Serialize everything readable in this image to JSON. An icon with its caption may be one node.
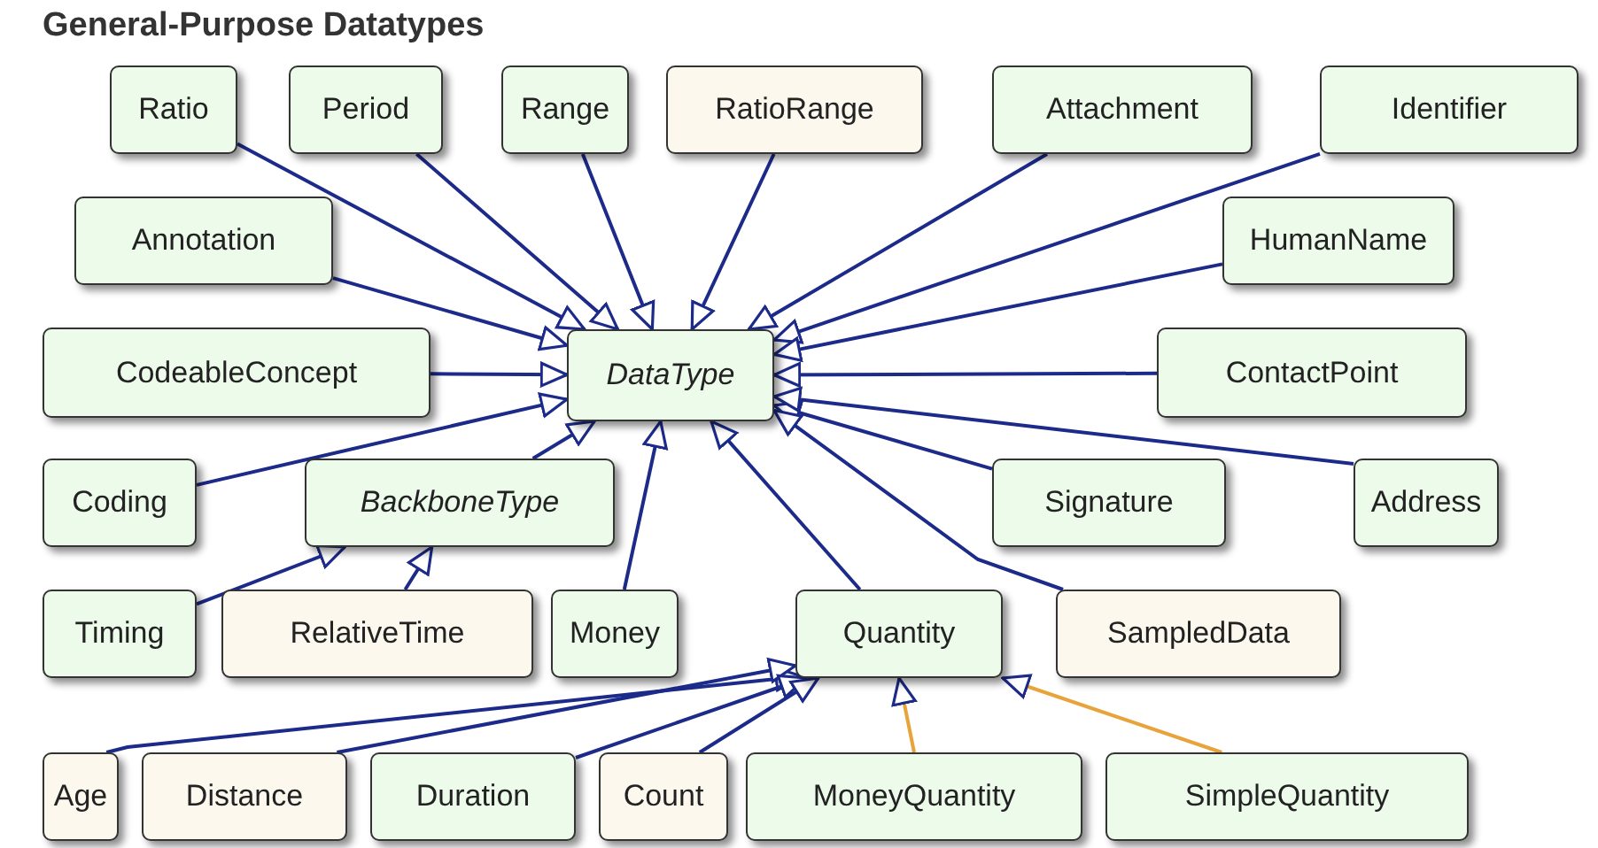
{
  "diagram": {
    "title": "General-Purpose Datatypes",
    "nodes": [
      {
        "text": [
          "DataType"
        ]
      },
      {
        "text": [
          "Ratio"
        ]
      },
      {
        "text": [
          "Period"
        ]
      },
      {
        "text": [
          "Range"
        ]
      },
      {
        "text": [
          "RatioRange"
        ]
      },
      {
        "text": [
          "Attachment"
        ]
      },
      {
        "text": [
          "Identifier"
        ]
      },
      {
        "text": [
          "Annotation"
        ]
      },
      {
        "text": [
          "HumanName"
        ]
      },
      {
        "text": [
          "CodeableConcept"
        ]
      },
      {
        "text": [
          "ContactPoint"
        ]
      },
      {
        "text": [
          "Coding"
        ]
      },
      {
        "text": [
          "BackboneType"
        ]
      },
      {
        "text": [
          "Signature"
        ]
      },
      {
        "text": [
          "Address"
        ]
      },
      {
        "text": [
          "Timing"
        ]
      },
      {
        "text": [
          "RelativeTime"
        ]
      },
      {
        "text": [
          "Money"
        ]
      },
      {
        "text": [
          "Quantity"
        ]
      },
      {
        "text": [
          "SampledData"
        ]
      },
      {
        "text": [
          "Age"
        ]
      },
      {
        "text": [
          "Distance"
        ]
      },
      {
        "text": [
          "Duration"
        ]
      },
      {
        "text": [
          "Count"
        ]
      },
      {
        "text": [
          "MoneyQuantity"
        ]
      },
      {
        "text": [
          "SimpleQuantity"
        ]
      }
    ],
    "edges": [
      {
        "from": 1,
        "to": 0,
        "arrow": "to"
      },
      {
        "from": 2,
        "to": 0,
        "arrow": "to"
      },
      {
        "from": 3,
        "to": 0,
        "arrow": "to"
      },
      {
        "from": 4,
        "to": 0,
        "arrow": "to"
      },
      {
        "from": 5,
        "to": 0,
        "arrow": "to"
      },
      {
        "from": 6,
        "to": 0,
        "arrow": "to"
      },
      {
        "from": 7,
        "to": 0,
        "arrow": "to"
      },
      {
        "from": 8,
        "to": 0,
        "arrow": "to"
      },
      {
        "from": 9,
        "to": 0,
        "arrow": "to"
      },
      {
        "from": 10,
        "to": 0,
        "arrow": "to"
      },
      {
        "from": 11,
        "to": 0,
        "arrow": "to"
      },
      {
        "from": 12,
        "to": 0,
        "arrow": "to"
      },
      {
        "from": 13,
        "to": 0,
        "arrow": "to"
      },
      {
        "from": 14,
        "to": 0,
        "arrow": "to"
      },
      {
        "from": 17,
        "to": 0,
        "arrow": "to"
      },
      {
        "from": 18,
        "to": 0,
        "arrow": "to"
      },
      {
        "from": 19,
        "to": 0,
        "arrow": "to"
      },
      {
        "from": 15,
        "to": 12,
        "arrow": "to"
      },
      {
        "from": 16,
        "to": 12,
        "arrow": "to"
      },
      {
        "from": 20,
        "to": 18,
        "arrow": "to"
      },
      {
        "from": 21,
        "to": 18,
        "arrow": "to"
      },
      {
        "from": 22,
        "to": 18,
        "arrow": "to"
      },
      {
        "from": 23,
        "to": 18,
        "arrow": "to"
      },
      {
        "from": 24,
        "to": 18,
        "arrow": "to",
        "color": "#e8a33a"
      },
      {
        "from": 25,
        "to": 18,
        "arrow": "to",
        "color": "#e8a33a"
      }
    ]
  }
}
